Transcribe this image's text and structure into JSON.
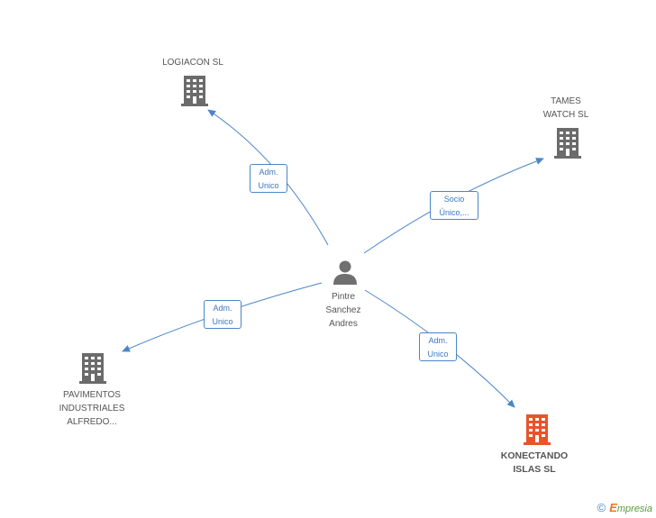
{
  "nodes": {
    "center": {
      "name": "Pintre\nSanchez\nAndres",
      "icon": "person-icon"
    },
    "logiacon": {
      "name": "LOGIACON SL",
      "icon": "building-icon"
    },
    "tames": {
      "name": "TAMES\nWATCH SL",
      "icon": "building-icon"
    },
    "pavimentos": {
      "name": "PAVIMENTOS\nINDUSTRIALES\nALFREDO...",
      "icon": "building-icon"
    },
    "konectando": {
      "name": "KONECTANDO\nISLAS SL",
      "icon": "building-icon",
      "color": "#e8542a"
    }
  },
  "edges": {
    "to_logiacon": "Adm.\nUnico",
    "to_tames": "Socio\nÚnico,...",
    "to_pavimentos": "Adm.\nUnico",
    "to_konectando": "Adm.\nUnico"
  },
  "colors": {
    "edge": "#4a86c8",
    "building": "#666666",
    "highlight": "#e8542a"
  },
  "credit": {
    "symbol": "©",
    "first_letter": "E",
    "rest": "mpresia"
  }
}
